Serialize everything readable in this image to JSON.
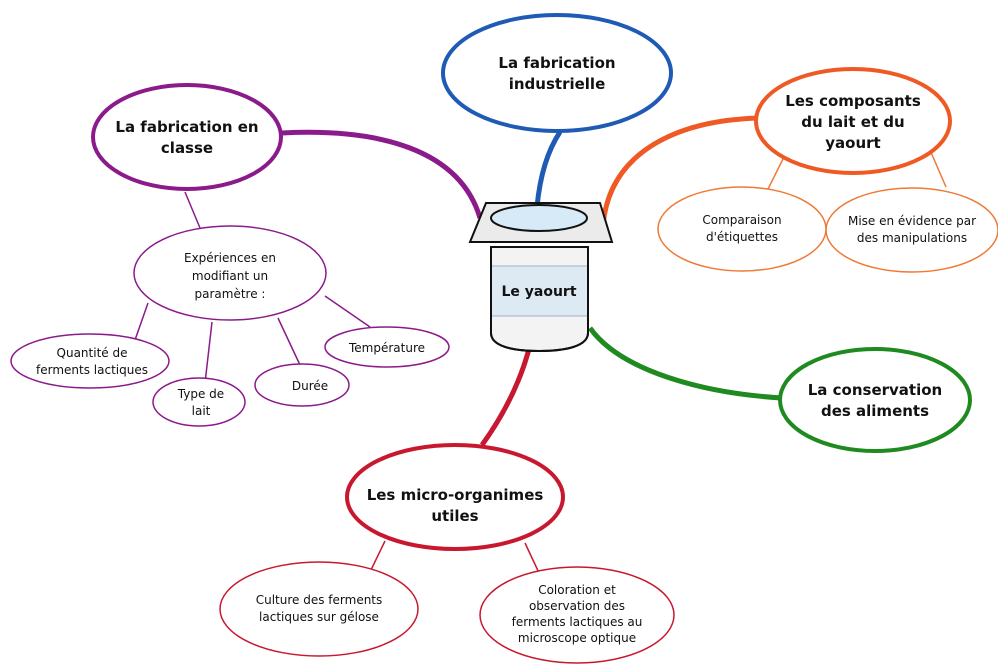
{
  "center": {
    "label": "Le yaourt"
  },
  "colors": {
    "purple": "#8b1a8b",
    "blue": "#1f5bb5",
    "orange": "#ef5a24",
    "orange_light": "#ee7a36",
    "green": "#1f8a1f",
    "red": "#c8182f"
  },
  "branches": {
    "fabrication_classe": {
      "label_line1": "La fabrication en",
      "label_line2": "classe",
      "experiences": {
        "line1": "Expériences en",
        "line2": "modifiant un",
        "line3": "paramètre :"
      },
      "quantite": {
        "line1": "Quantité de",
        "line2": "ferments lactiques"
      },
      "type_lait": {
        "line1": "Type de",
        "line2": "lait"
      },
      "duree": {
        "label": "Durée"
      },
      "temperature": {
        "label": "Température"
      }
    },
    "fabrication_industrielle": {
      "label_line1": "La fabrication",
      "label_line2": "industrielle"
    },
    "composants": {
      "label_line1": "Les composants",
      "label_line2": "du lait et du",
      "label_line3": "yaourt",
      "comparaison": {
        "line1": "Comparaison",
        "line2": "d'étiquettes"
      },
      "mise_en_evidence": {
        "line1": "Mise en évidence par",
        "line2": "des manipulations"
      }
    },
    "conservation": {
      "label_line1": "La conservation",
      "label_line2": "des aliments"
    },
    "micro_organismes": {
      "label_line1": "Les micro-organimes",
      "label_line2": "utiles",
      "culture": {
        "line1": "Culture des ferments",
        "line2": "lactiques sur gélose"
      },
      "coloration": {
        "line1": "Coloration et",
        "line2": "observation des",
        "line3": "ferments lactiques au",
        "line4": "microscope optique"
      }
    }
  }
}
